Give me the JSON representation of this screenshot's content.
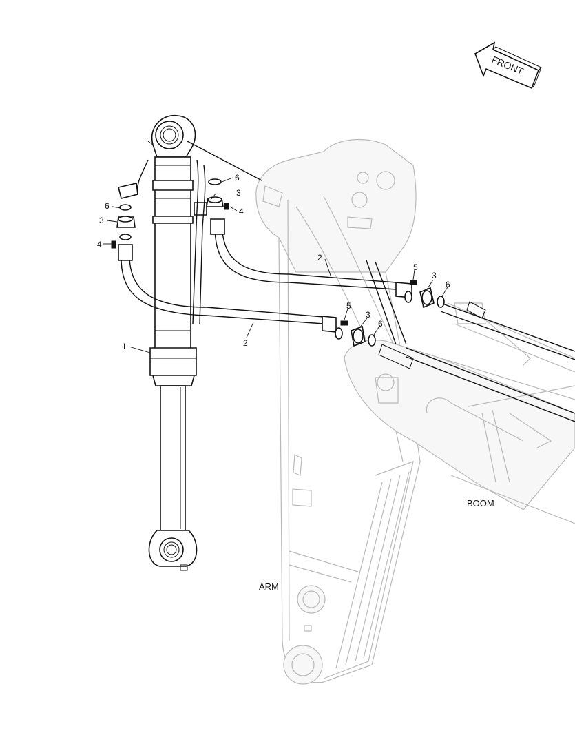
{
  "diagram": {
    "direction_indicator": "FRONT",
    "labels": {
      "arm": "ARM",
      "boom": "BOOM"
    },
    "callouts": {
      "cylinder": "1",
      "hose_upper": "2",
      "hose_lower": "2",
      "flange_left": "3",
      "flange_top_right": "3",
      "flange_mid_upper": "3",
      "flange_mid_lower": "3",
      "bolt_left": "4",
      "bolt_top_right": "4",
      "bolt_mid_upper": "5",
      "bolt_mid_lower": "5",
      "oring_left": "6",
      "oring_top_right": "6",
      "oring_mid_upper": "6",
      "oring_mid_lower": "6"
    }
  }
}
